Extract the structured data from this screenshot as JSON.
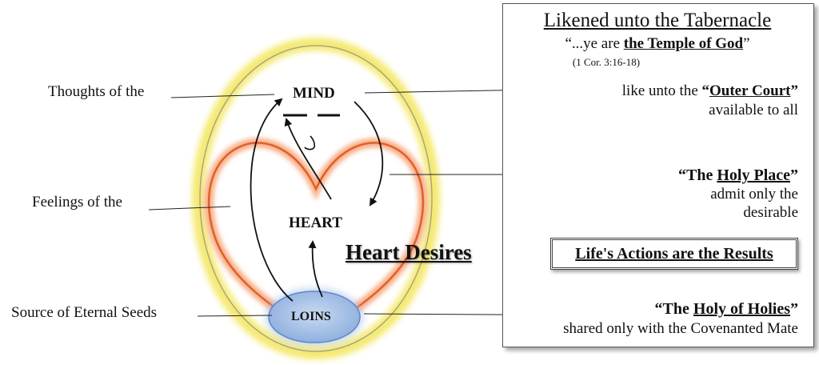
{
  "left_labels": {
    "mind": "Thoughts of the",
    "heart": "Feelings of the",
    "loins": "Source of Eternal Seeds"
  },
  "center": {
    "mind": "MIND",
    "heart": "HEART",
    "loins": "LOINS",
    "heart_desires": "Heart Desires",
    "results": "Life's Actions are the Results"
  },
  "panel": {
    "title": "Likened unto the Tabernacle",
    "quote_pre": "“...ye are ",
    "quote_bold": "the Temple of God",
    "quote_post": "”",
    "reference": "(1 Cor. 3:16-18)",
    "outer": {
      "pre": "like unto the ",
      "q1": "“",
      "term": "Outer Court",
      "q2": "”",
      "desc": "available to all"
    },
    "holy": {
      "q1": "“The ",
      "term": "Holy Place",
      "q2": "”",
      "desc1": "admit only the",
      "desc2": "desirable"
    },
    "holiest": {
      "q1": "“The ",
      "term": "Holy of Holies",
      "q2": "”",
      "desc": "shared only with the Covenanted Mate"
    }
  },
  "colors": {
    "outer_glow": "#f2e86a",
    "outer_line": "#9a9a7a",
    "heart_glow": "#f6a07a",
    "heart_line": "#e0602a",
    "loins_fill": "#a9c3e6",
    "loins_edge": "#5f86c4",
    "arrow": "#a64dd8"
  },
  "icons": [
    "curved-arrow-icon",
    "right-arrow-icon"
  ]
}
